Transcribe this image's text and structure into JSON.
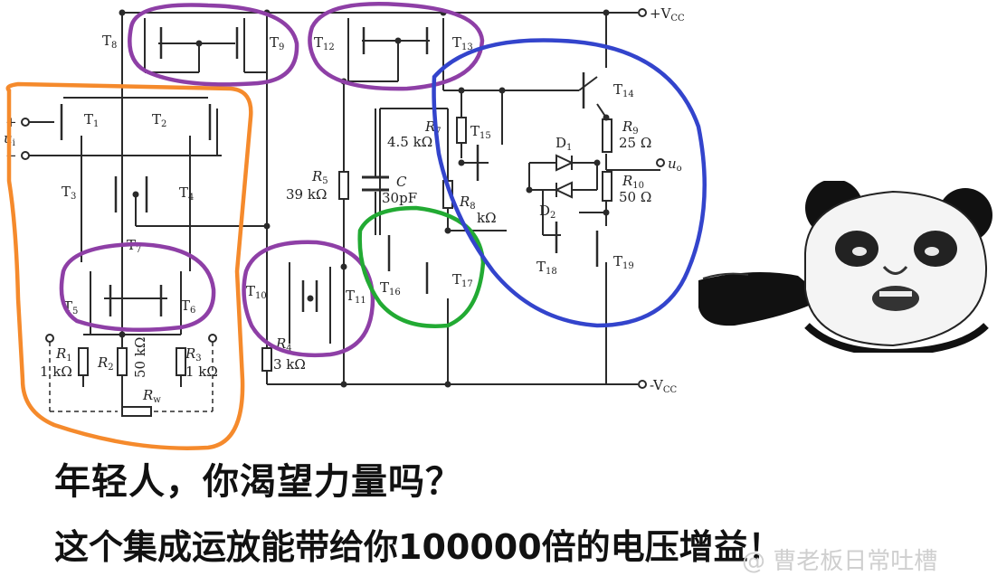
{
  "supply": {
    "vcc_pos": "+V",
    "vcc_neg": "-V",
    "cc": "CC"
  },
  "inputs": {
    "plus": "+",
    "minus": "−",
    "ui": "u",
    "ui_sub": "i"
  },
  "output": {
    "uo": "u",
    "uo_sub": "o"
  },
  "transistors": [
    {
      "base": "T",
      "sub": "8"
    },
    {
      "base": "T",
      "sub": "9"
    },
    {
      "base": "T",
      "sub": "12"
    },
    {
      "base": "T",
      "sub": "13"
    },
    {
      "base": "T",
      "sub": "14"
    },
    {
      "base": "T",
      "sub": "1"
    },
    {
      "base": "T",
      "sub": "2"
    },
    {
      "base": "T",
      "sub": "15"
    },
    {
      "base": "T",
      "sub": "3"
    },
    {
      "base": "T",
      "sub": "4"
    },
    {
      "base": "T",
      "sub": "7"
    },
    {
      "base": "T",
      "sub": "5"
    },
    {
      "base": "T",
      "sub": "6"
    },
    {
      "base": "T",
      "sub": "10"
    },
    {
      "base": "T",
      "sub": "11"
    },
    {
      "base": "T",
      "sub": "16"
    },
    {
      "base": "T",
      "sub": "17"
    },
    {
      "base": "T",
      "sub": "18"
    },
    {
      "base": "T",
      "sub": "19"
    }
  ],
  "components": {
    "r7": {
      "name": "R",
      "sub": "7",
      "value": "4.5 kΩ"
    },
    "r5": {
      "name": "R",
      "sub": "5",
      "value": "39 kΩ"
    },
    "c": {
      "name": "C",
      "value": "30pF"
    },
    "r8": {
      "name": "R",
      "sub": "8",
      "value": "kΩ"
    },
    "r9": {
      "name": "R",
      "sub": "9",
      "value": "25 Ω"
    },
    "r10": {
      "name": "R",
      "sub": "10",
      "value": "50 Ω"
    },
    "r1": {
      "name": "R",
      "sub": "1",
      "value": "1 kΩ"
    },
    "r2": {
      "name": "R",
      "sub": "2",
      "value": "50 kΩ"
    },
    "r3": {
      "name": "R",
      "sub": "3",
      "value": "1 kΩ"
    },
    "r4": {
      "name": "R",
      "sub": "4",
      "value": "3 kΩ"
    },
    "rw": {
      "name": "R",
      "sub": "w"
    },
    "d1": {
      "name": "D",
      "sub": "1"
    },
    "d2": {
      "name": "D",
      "sub": "2"
    }
  },
  "highlight_colors": {
    "input_stage": "#f58a2c",
    "current_mirrors": "#8e3fa6",
    "gain_stage": "#22aa33",
    "output_stage": "#3344cc"
  },
  "captions": {
    "line1": "年轻人，你渴望力量吗？",
    "line2": "这个集成运放能带给你100000倍的电压增益！"
  },
  "watermark": "@ 曹老板日常吐槽"
}
